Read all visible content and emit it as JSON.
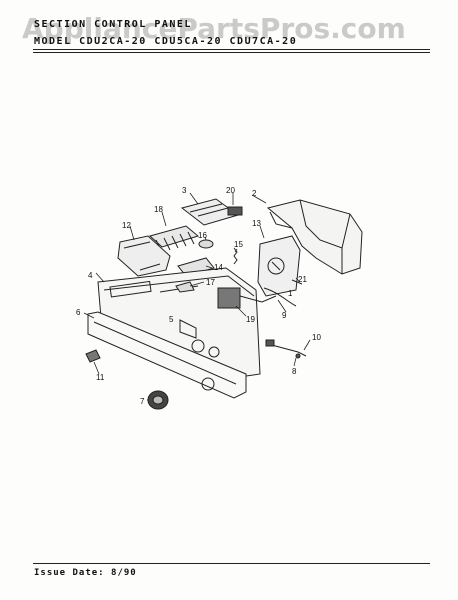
{
  "watermark": "AppliancePartsPros.com",
  "header": {
    "section": "SECTION  CONTROL PANEL",
    "model": "MODEL  CDU2CA-20  CDU5CA-20  CDU7CA-20"
  },
  "footer": {
    "issue_date": "Issue Date: 8/90"
  },
  "callouts": [
    "1",
    "2",
    "3",
    "4",
    "5",
    "6",
    "7",
    "8",
    "9",
    "10",
    "11",
    "12",
    "13",
    "14",
    "15",
    "16",
    "17",
    "18",
    "19",
    "20",
    "21"
  ]
}
